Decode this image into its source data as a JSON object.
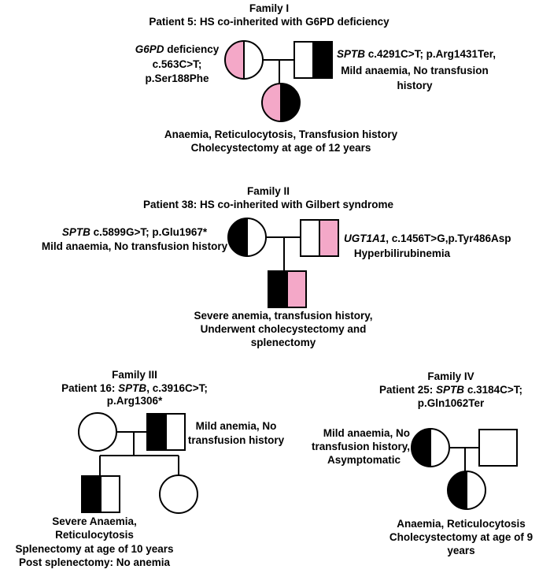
{
  "colors": {
    "pink": "#f4a8c8",
    "black": "#000000",
    "line": "#000000"
  },
  "family1": {
    "title": "Family I",
    "subtitle": "Patient 5: HS co-inherited with G6PD deficiency",
    "mother_gene": "G6PD",
    "mother_line1_rest": " deficiency",
    "mother_line2": "c.563C>T;",
    "mother_line3": "p.Ser188Phe",
    "father_gene": "SPTB",
    "father_line1_rest": " c.4291C>T; p.Arg1431Ter,",
    "father_line2": "Mild anaemia, No transfusion",
    "father_line3": "history",
    "child_line1": "Anaemia, Reticulocytosis, Transfusion history",
    "child_line2": "Cholecystectomy at age of 12 years"
  },
  "family2": {
    "title": "Family II",
    "subtitle": "Patient 38: HS co-inherited with Gilbert syndrome",
    "mother_gene": "SPTB",
    "mother_line1_rest": " c.5899G>T; p.Glu1967*",
    "mother_line2": "Mild anaemia, No transfusion history",
    "father_gene": "UGT1A1",
    "father_line1_rest": ", c.1456T>G,p.Tyr486Asp",
    "father_line2": "Hyperbilirubinemia",
    "child_line1": "Severe anemia,  transfusion history,",
    "child_line2": "Underwent cholecystectomy and",
    "child_line3": "splenectomy"
  },
  "family3": {
    "title": "Family III",
    "subtitle_pre": "Patient 16: ",
    "subtitle_gene": "SPTB",
    "subtitle_post": ", c.3916C>T;",
    "subtitle_line2": "p.Arg1306*",
    "father_line1": "Mild anemia, No",
    "father_line2": "transfusion history",
    "child_line1": "Severe Anaemia,",
    "child_line2": "Reticulocytosis",
    "child_line3": "Splenectomy at age of 10 years",
    "child_line4": "Post splenectomy: No anemia"
  },
  "family4": {
    "title": "Family IV",
    "subtitle_pre": "Patient 25: ",
    "subtitle_gene": "SPTB",
    "subtitle_post": " c.3184C>T;",
    "subtitle_line2": "p.Gln1062Ter",
    "mother_line1": "Mild anaemia, No",
    "mother_line2": "transfusion history,",
    "mother_line3": "Asymptomatic",
    "child_line1": "Anaemia, Reticulocytosis",
    "child_line2": "Cholecystectomy at age of 9",
    "child_line3": "years"
  }
}
